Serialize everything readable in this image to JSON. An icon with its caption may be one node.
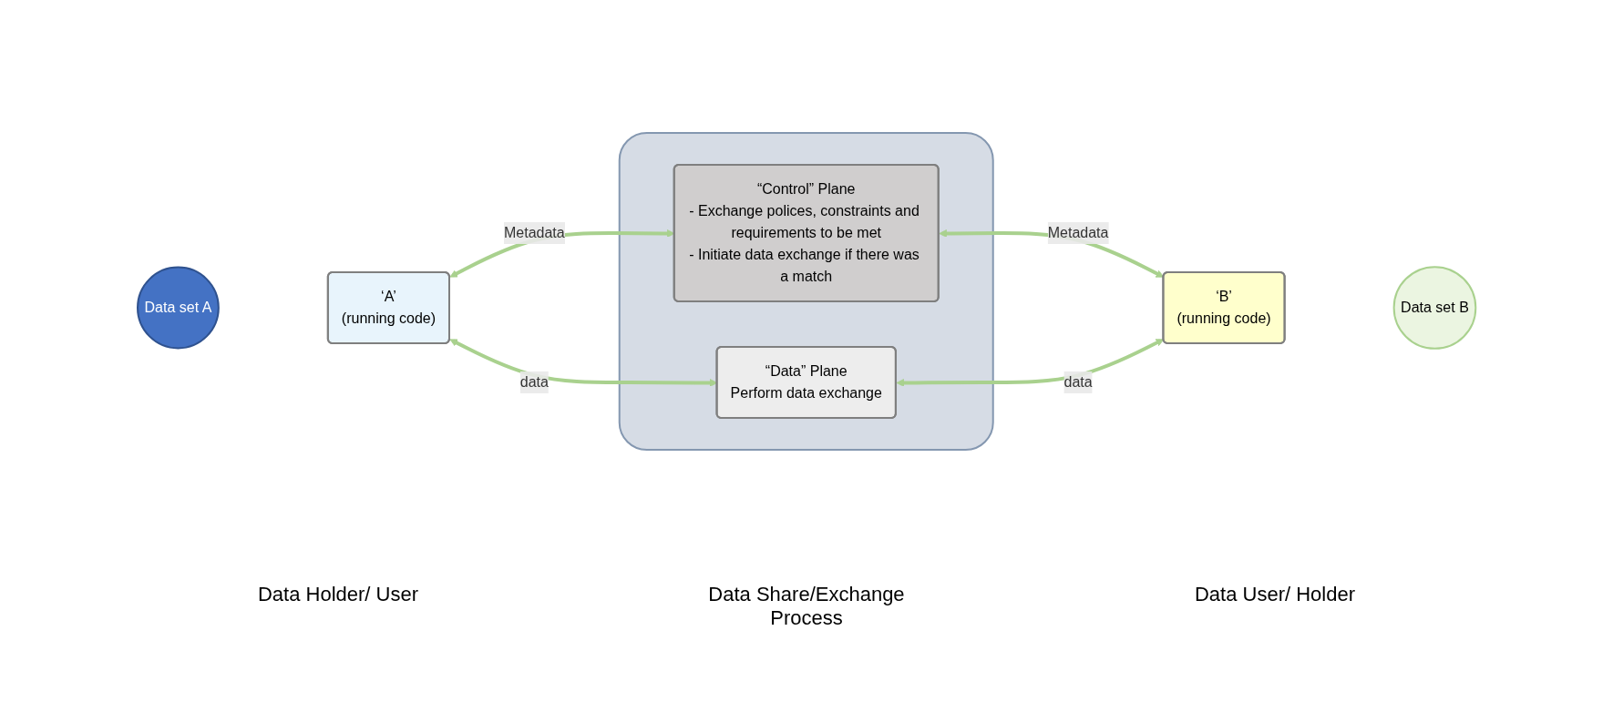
{
  "diagram": {
    "nodes": [
      {
        "text": [
          "Data set A"
        ]
      },
      {
        "text": [
          "‘A’",
          "(running code)"
        ]
      },
      {
        "text": [],
        "shape": "box"
      },
      {
        "text": [
          "“Control” Plane",
          "- Exchange polices, constraints and requirements to be met",
          "- Initiate data exchange if there was a match"
        ],
        "in": 2
      },
      {
        "text": [
          "“Data” Plane",
          "Perform data exchange"
        ],
        "in": 2
      },
      {
        "text": [
          "‘B’",
          "(running code)"
        ]
      },
      {
        "text": [
          "Data set B"
        ]
      }
    ],
    "edges": [
      {
        "from": 1,
        "to": 3,
        "arrow": "both",
        "label": "Metadata"
      },
      {
        "from": 1,
        "to": 4,
        "arrow": "both",
        "label": "data"
      },
      {
        "from": 3,
        "to": 5,
        "arrow": "both",
        "label": "Metadata"
      },
      {
        "from": 4,
        "to": 5,
        "arrow": "both",
        "label": "data"
      }
    ],
    "labels": [
      "Data Holder/ User",
      "Data Share/Exchange Process",
      "Data User/ Holder"
    ]
  }
}
